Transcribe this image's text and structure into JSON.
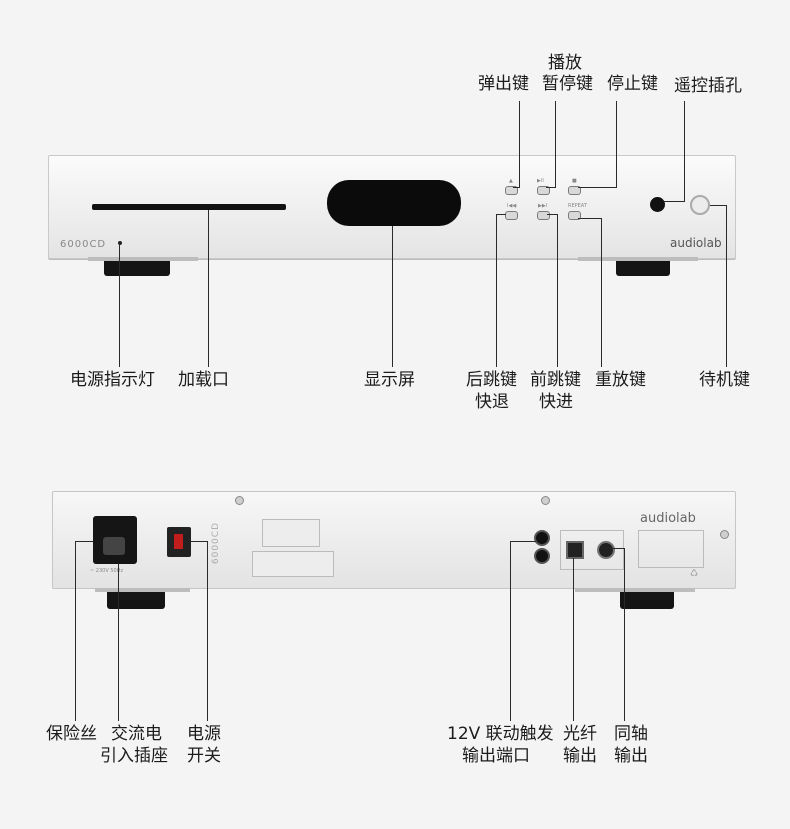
{
  "front": {
    "model_text": "6000CD",
    "brand_text": "audiolab",
    "labels": {
      "eject": "弹出键",
      "play_pause_line1": "播放",
      "play_pause_line2": "暂停键",
      "stop": "停止键",
      "ir_port": "遥控插孔",
      "power_led": "电源指示灯",
      "loading_slot": "加载口",
      "display": "显示屏",
      "prev_line1": "后跳键",
      "prev_line2": "快退",
      "next_line1": "前跳键",
      "next_line2": "快进",
      "repeat": "重放键",
      "standby": "待机键"
    },
    "button_marks": {
      "eject": "▲",
      "play": "▶II",
      "stop": "■",
      "prev": "I◀◀",
      "next": "▶▶I",
      "repeat": "REPEAT"
    }
  },
  "rear": {
    "brand_text": "audiolab",
    "model_text": "6000CD",
    "labels": {
      "fuse": "保险丝",
      "ac_line1": "交流电",
      "ac_line2": "引入插座",
      "power_line1": "电源",
      "power_line2": "开关",
      "trigger_line1": "12V 联动触发",
      "trigger_line2": "输出端口",
      "optical_line1": "光纤",
      "optical_line2": "输出",
      "coax_line1": "同轴",
      "coax_line2": "输出"
    }
  }
}
